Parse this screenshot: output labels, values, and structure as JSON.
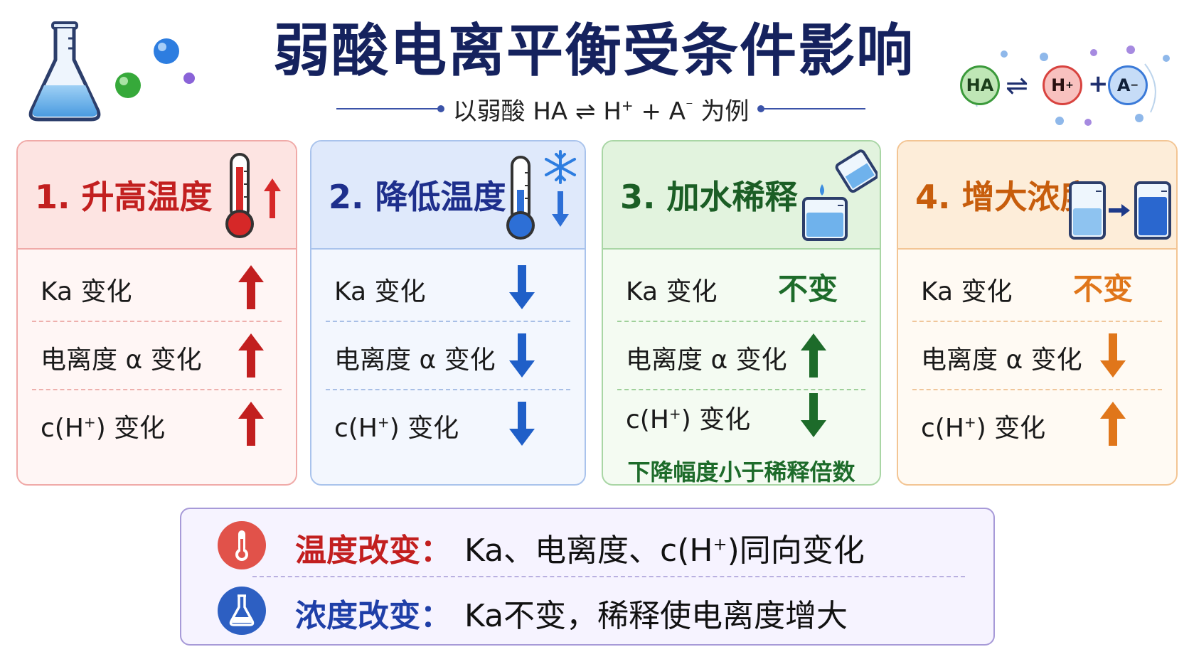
{
  "header": {
    "title": "弱酸电离平衡受条件影响",
    "subtitle": {
      "prefix": "以弱酸 HA",
      "arrow": "⇌",
      "h": "H",
      "h_sup": "+",
      "plus": "+",
      "a": "A",
      "a_sup": "⁻",
      "suffix": "为例"
    },
    "equation": {
      "ha": "HA",
      "arrow": "⇌",
      "h": "H",
      "h_sup": "+",
      "plus": "+",
      "a": "A",
      "a_sup": "−"
    }
  },
  "labels": {
    "ka": "Ka 变化",
    "alpha": "电离度 α 变化",
    "ch_pre": "c(H",
    "ch_sup": "+",
    "ch_post": ") 变化"
  },
  "cards": [
    {
      "title": "1. 升高温度",
      "ka": "up",
      "alpha": "up",
      "ch": "up",
      "color": "#c21f1f"
    },
    {
      "title": "2. 降低温度",
      "ka": "down",
      "alpha": "down",
      "ch": "down",
      "color": "#1f5fc8"
    },
    {
      "title": "3. 加水稀释",
      "ka_text": "不变",
      "alpha": "up",
      "ch": "down",
      "note": "下降幅度小于稀释倍数",
      "color": "#1d6b2a"
    },
    {
      "title": "4. 增大浓度",
      "ka_text": "不变",
      "alpha": "down",
      "ch": "up",
      "color": "#e0761a"
    }
  ],
  "summary": {
    "temp_label": "温度改变：",
    "temp_pre": "Ka、电离度、c(H",
    "temp_sup": "+",
    "temp_post": ")同向变化",
    "conc_label": "浓度改变：",
    "conc_text": "Ka不变，稀释使电离度增大",
    "temp_color": "#c21f1f",
    "conc_color": "#1f3fa8"
  }
}
